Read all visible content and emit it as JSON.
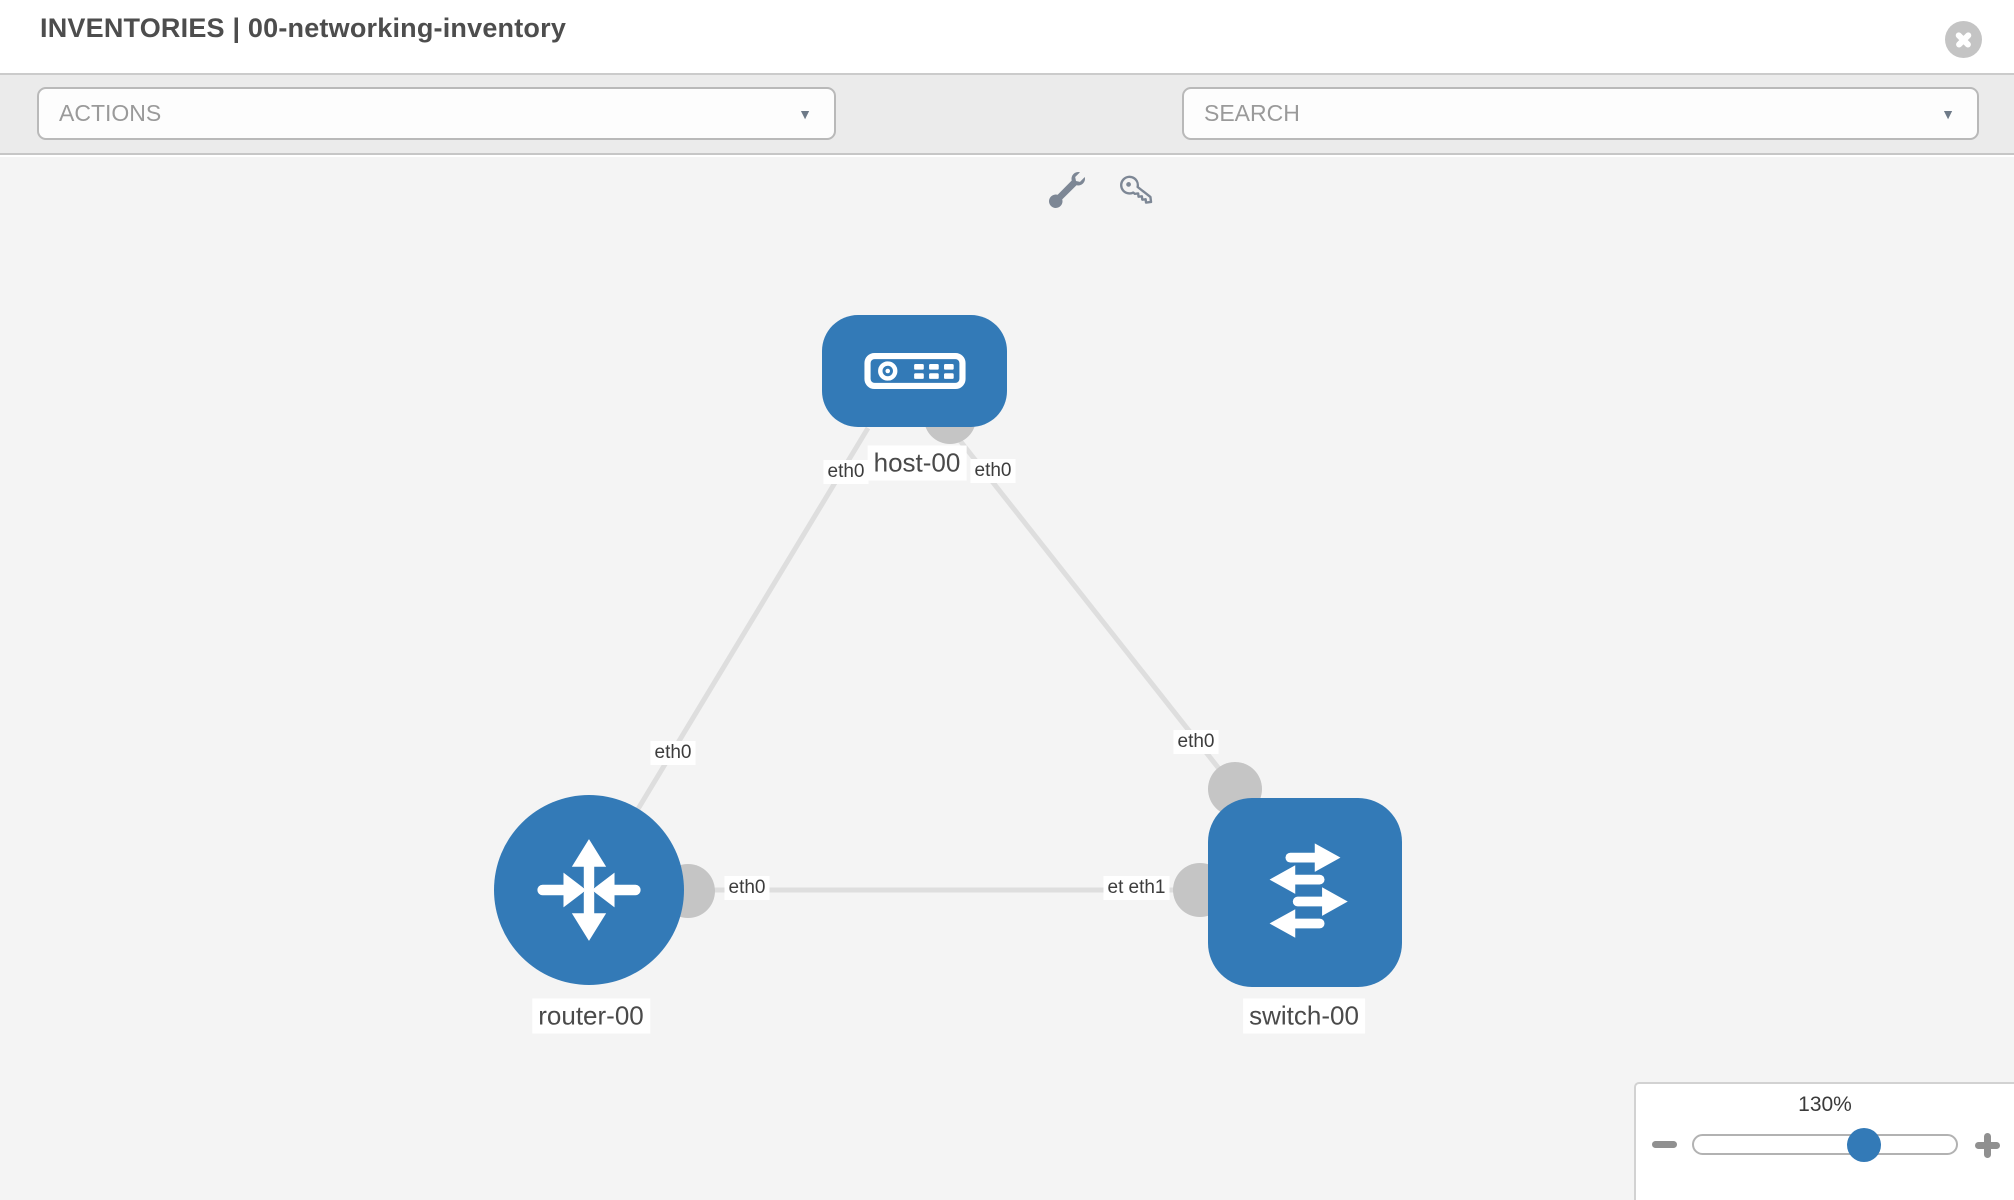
{
  "header": {
    "title": "INVENTORIES | 00-networking-inventory"
  },
  "toolbar": {
    "actions_label": "ACTIONS",
    "search_placeholder": "SEARCH"
  },
  "icons": {
    "close": "cross-in-gray-circle",
    "wrench": "wrench",
    "key": "key",
    "caret_down": "▼",
    "zoom_out": "−",
    "zoom_in": "+"
  },
  "topology": {
    "nodes": [
      {
        "id": "host-00",
        "label": "host-00",
        "type": "host"
      },
      {
        "id": "router-00",
        "label": "router-00",
        "type": "router"
      },
      {
        "id": "switch-00",
        "label": "switch-00",
        "type": "switch"
      }
    ],
    "links": [
      {
        "from": "host-00",
        "from_interface": "eth0",
        "to": "router-00",
        "to_interface": "eth0"
      },
      {
        "from": "host-00",
        "from_interface": "eth0",
        "to": "switch-00",
        "to_interface": "eth0"
      },
      {
        "from": "router-00",
        "from_interface": "eth0",
        "to": "switch-00",
        "to_interface": "eth1",
        "to_interface_overlapped": "eth0"
      }
    ]
  },
  "zoom_control": {
    "level": "130%",
    "percent": 130
  },
  "colors": {
    "node_blue": "#337ab7",
    "link_gray": "#dedede",
    "endpoint_gray": "#c5c5c5",
    "canvas_bg": "#f4f4f4",
    "toolbar_bg": "#ebebeb"
  }
}
